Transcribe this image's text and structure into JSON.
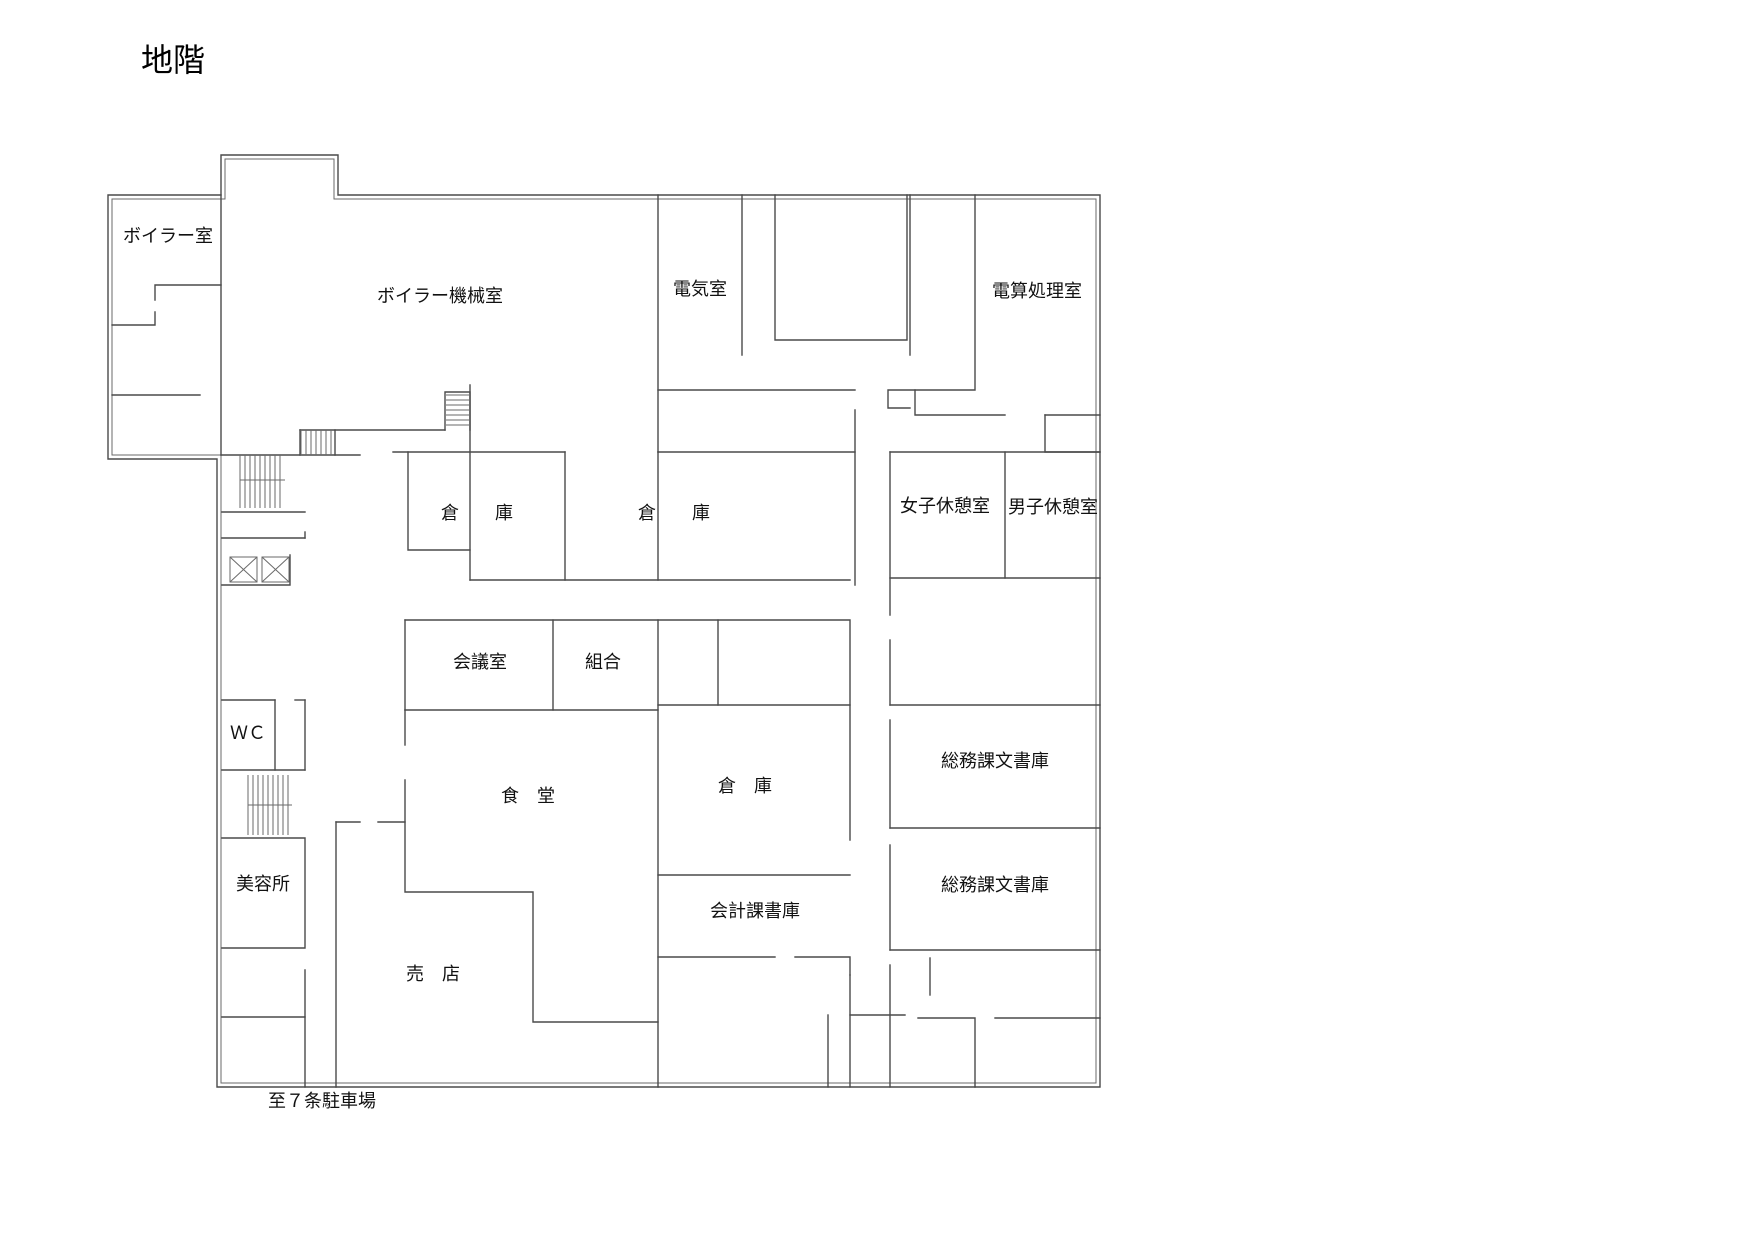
{
  "title": "地階",
  "rooms": {
    "boiler": "ボイラー室",
    "boiler_machine": "ボイラー機械室",
    "electric": "電気室",
    "computer": "電算処理室",
    "storage_1": "倉　　庫",
    "storage_2": "倉　　庫",
    "women_rest": "女子休憩室",
    "men_rest": "男子休憩室",
    "meeting": "会議室",
    "union": "組合",
    "wc": "ＷＣ",
    "cafeteria": "食　堂",
    "storage_3": "倉　庫",
    "records_1": "総務課文書庫",
    "records_2": "総務課文書庫",
    "beauty": "美容所",
    "accounting": "会計課書庫",
    "shop": "売　店"
  },
  "parking": "至７条駐車場"
}
